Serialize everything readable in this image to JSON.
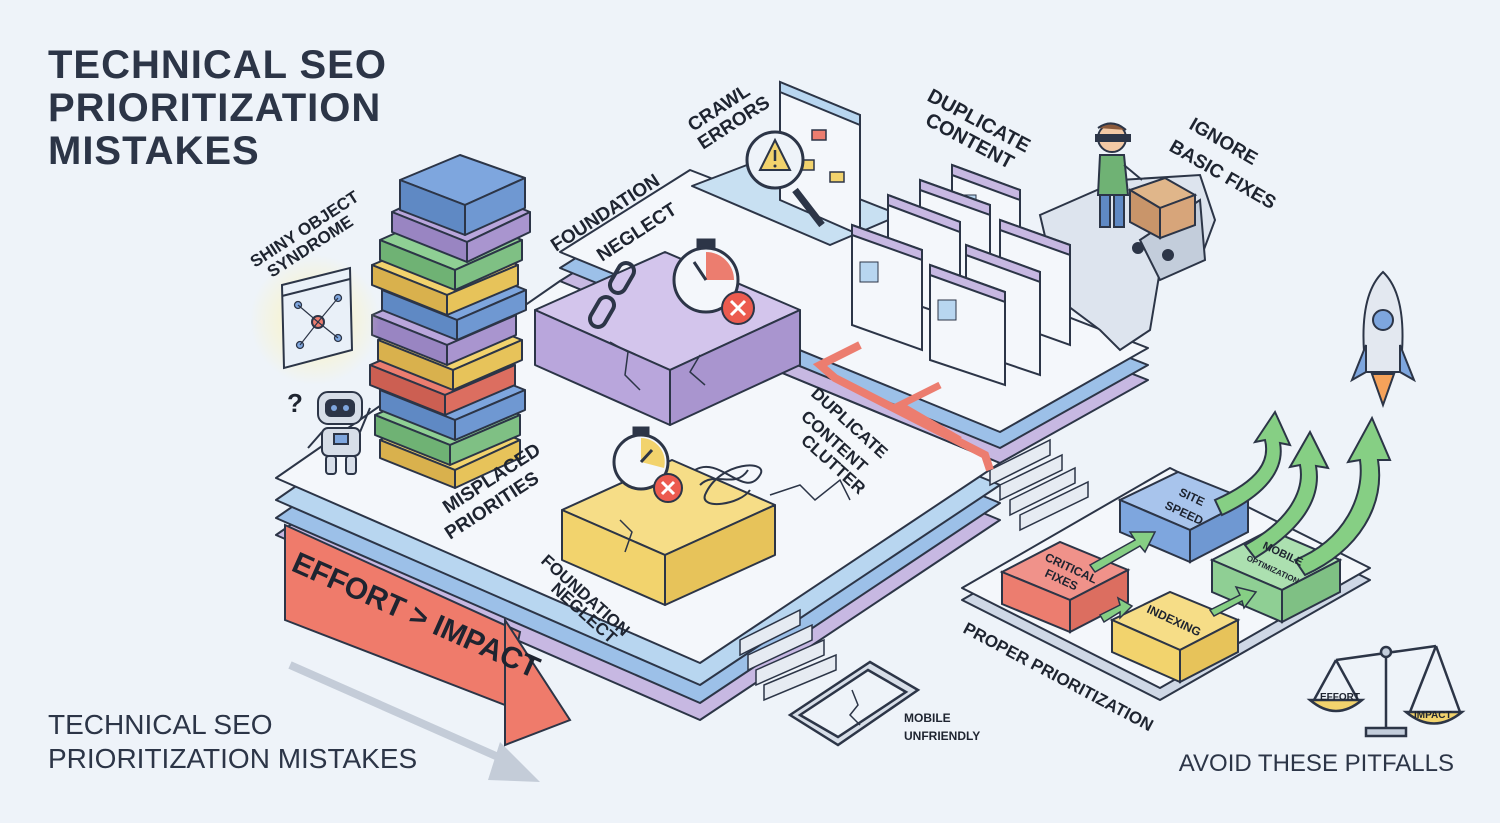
{
  "title": {
    "line1": "TECHNICAL SEO",
    "line2": "PRIORITIZATION",
    "line3": "MISTAKES"
  },
  "subtitle": {
    "line1": "TECHNICAL SEO",
    "line2": "PRIORITIZATION MISTAKES"
  },
  "footer": "AVOID THESE PITFALLS",
  "labels": {
    "shiny_object": {
      "line1": "SHINY OBJECT",
      "line2": "SYNDROME"
    },
    "misplaced": {
      "line1": "MISPLACED",
      "line2": "PRIORITIES"
    },
    "foundation_top": {
      "line1": "FOUNDATION",
      "line2": "NEGLECT"
    },
    "foundation_bottom": {
      "line1": "FOUNDATION",
      "line2": "NEGLECT"
    },
    "crawl": {
      "line1": "CRAWL",
      "line2": "ERRORS"
    },
    "duplicate": {
      "line1": "DUPLICATE",
      "line2": "CONTENT"
    },
    "clutter": {
      "line1": "DUPLICATE",
      "line2": "CONTENT",
      "line3": "CLUTTER"
    },
    "ignore": {
      "line1": "IGNORE",
      "line2": "BASIC FIXES"
    },
    "effort_impact": "EFFORT > IMPACT",
    "mobile": {
      "line1": "MOBILE",
      "line2": "UNFRIENDLY"
    },
    "proper": "PROPER PRIORITIZATION",
    "critical": {
      "line1": "CRITICAL",
      "line2": "FIXES"
    },
    "indexing": "INDEXING",
    "site_speed": {
      "line1": "SITE",
      "line2": "SPEED"
    },
    "mobile_opt": {
      "line1": "MOBILE",
      "line2": "OPTIMIZATION"
    },
    "scale_effort": "EFFORT",
    "scale_impact": "IMPACT",
    "question_mark": "?"
  },
  "colors": {
    "blue": "#7ea6de",
    "purple": "#b9a6dc",
    "green": "#8fcf94",
    "yellow": "#f2d36d",
    "red": "#ec7d6f",
    "arrow_red": "#ef7b6b",
    "arrow_green": "#86cf84",
    "platform": "#f4f7fb",
    "ink": "#2c3547"
  }
}
